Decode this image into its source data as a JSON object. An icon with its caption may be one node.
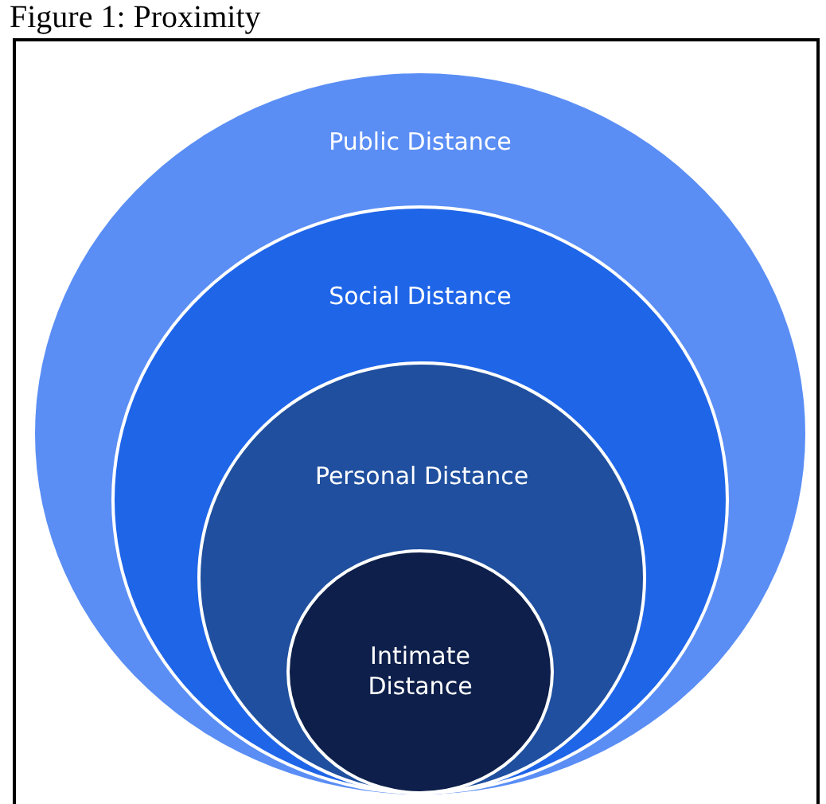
{
  "diagram": {
    "title": "Figure 1: Proximity",
    "nodes": [
      {
        "text": [
          "Public Distance"
        ]
      },
      {
        "text": [
          "Social Distance"
        ],
        "in": 0
      },
      {
        "text": [
          "Personal Distance"
        ],
        "in": 1
      },
      {
        "text": [
          "Intimate Distance"
        ],
        "in": 2
      }
    ]
  }
}
